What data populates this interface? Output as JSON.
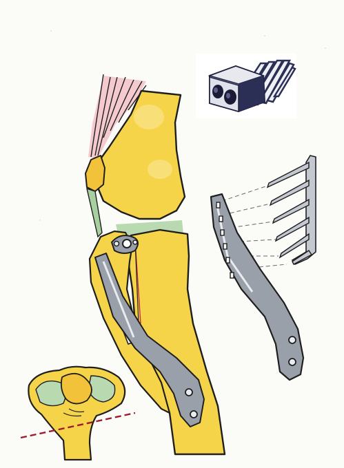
{
  "illustration": {
    "subject": "surgical-illustration-stifle-tibial-tuberosity-advancement",
    "colors": {
      "background": "#fbfbf7",
      "bone": "#f6d44a",
      "bone_outline": "#1e1e1e",
      "cartilage": "#b9d9b0",
      "tendon": "#a7cfa0",
      "muscle": "#f2b9c2",
      "implant_metal": "#9aa0aa",
      "implant_highlight": "#e9ecef",
      "osteotomy_line": "#9b1c2c",
      "guide_lines": "#666666"
    },
    "components": [
      "femur",
      "patella",
      "quadriceps-muscle",
      "patellar-tendon",
      "tibia",
      "tibial-tuberosity",
      "cage-implant",
      "plate-implant",
      "fork-implant",
      "tibial-plateau-cross-section",
      "osteotomy-line"
    ]
  }
}
